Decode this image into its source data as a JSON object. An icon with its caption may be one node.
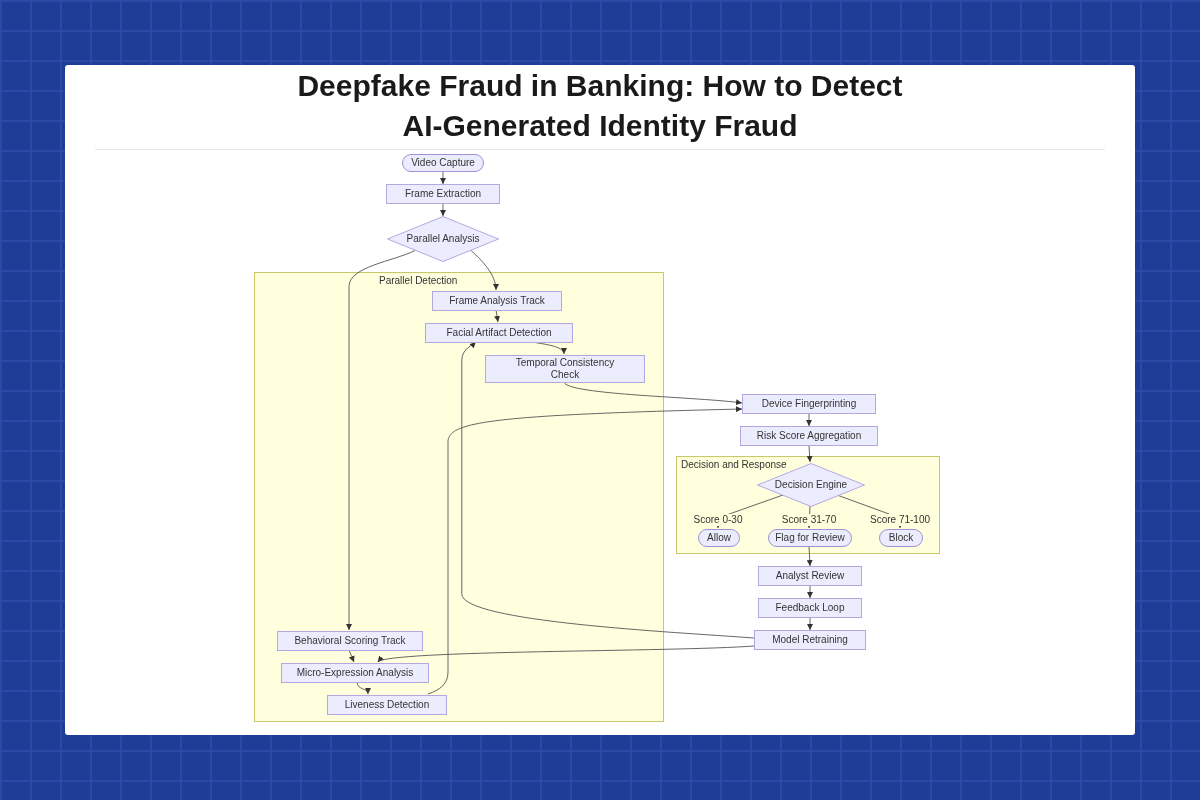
{
  "diagram": {
    "title": "Deepfake Fraud in Banking: How to Detect AI-Generated Identity Fraud",
    "nodes": [
      {
        "text": [
          "Video Capture"
        ]
      },
      {
        "text": [
          "Frame Extraction"
        ]
      },
      {
        "text": [
          "Parallel Analysis"
        ]
      },
      {
        "text": [
          "Parallel Detection"
        ]
      },
      {
        "text": [
          "Frame Analysis Track"
        ],
        "in": 3
      },
      {
        "text": [
          "Facial Artifact Detection"
        ],
        "in": 3
      },
      {
        "text": [
          "Temporal Consistency Check"
        ],
        "in": 3
      },
      {
        "text": [
          "Device Fingerprinting"
        ]
      },
      {
        "text": [
          "Risk Score Aggregation"
        ]
      },
      {
        "text": [
          "Decision and Response"
        ]
      },
      {
        "text": [
          "Decision Engine"
        ],
        "in": 9
      },
      {
        "text": [
          "Allow"
        ],
        "in": 9
      },
      {
        "text": [
          "Flag for Review"
        ],
        "in": 9
      },
      {
        "text": [
          "Block"
        ],
        "in": 9
      },
      {
        "text": [
          "Analyst Review"
        ]
      },
      {
        "text": [
          "Feedback Loop"
        ]
      },
      {
        "text": [
          "Model Retraining"
        ]
      },
      {
        "text": [
          "Behavioral Scoring Track"
        ],
        "in": 3
      },
      {
        "text": [
          "Micro-Expression Analysis"
        ],
        "in": 3
      },
      {
        "text": [
          "Liveness Detection"
        ],
        "in": 3
      }
    ],
    "edges": [
      {
        "from": 0,
        "to": 1,
        "arrow": "to"
      },
      {
        "from": 1,
        "to": 2,
        "arrow": "to"
      },
      {
        "from": 2,
        "to": 4,
        "arrow": "to"
      },
      {
        "from": 2,
        "to": 17,
        "arrow": "to"
      },
      {
        "from": 4,
        "to": 5,
        "arrow": "to"
      },
      {
        "from": 5,
        "to": 6,
        "arrow": "to"
      },
      {
        "from": 6,
        "to": 7,
        "arrow": "to"
      },
      {
        "from": 17,
        "to": 18,
        "arrow": "to"
      },
      {
        "from": 18,
        "to": 19,
        "arrow": "to"
      },
      {
        "from": 19,
        "to": 7,
        "arrow": "to"
      },
      {
        "from": 16,
        "to": 5,
        "arrow": "to"
      },
      {
        "from": 16,
        "to": 18,
        "arrow": "to"
      },
      {
        "from": 7,
        "to": 8,
        "arrow": "to"
      },
      {
        "from": 8,
        "to": 10,
        "arrow": "to"
      },
      {
        "from": 10,
        "to": 11,
        "arrow": "to",
        "label": "Score 0-30"
      },
      {
        "from": 10,
        "to": 12,
        "arrow": "to",
        "label": "Score 31-70"
      },
      {
        "from": 10,
        "to": 13,
        "arrow": "to",
        "label": "Score 71-100"
      },
      {
        "from": 12,
        "to": 14,
        "arrow": "to"
      },
      {
        "from": 14,
        "to": 15,
        "arrow": "to"
      },
      {
        "from": 15,
        "to": 16,
        "arrow": "to"
      }
    ]
  }
}
